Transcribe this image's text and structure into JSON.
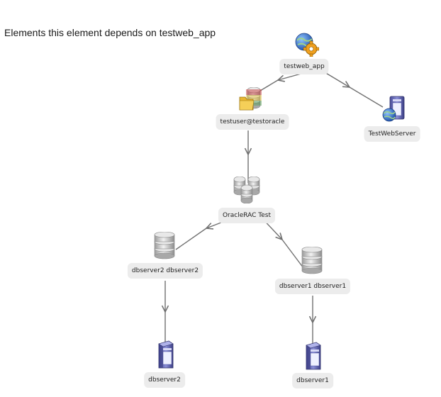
{
  "page": {
    "title": "Elements this element depends on testweb_app"
  },
  "nodes": [
    {
      "id": "testweb_app",
      "label": "testweb_app",
      "icon": "web-application-gear-icon"
    },
    {
      "id": "testuser",
      "label": "testuser@testoracle",
      "icon": "database-schema-folder-icon"
    },
    {
      "id": "webserver",
      "label": "TestWebServer",
      "icon": "web-server-globe-icon"
    },
    {
      "id": "oraclerac",
      "label": "OracleRAC Test",
      "icon": "database-cluster-icon"
    },
    {
      "id": "dbserver2db",
      "label": "dbserver2 dbserver2",
      "icon": "database-icon"
    },
    {
      "id": "dbserver1db",
      "label": "dbserver1 dbserver1",
      "icon": "database-icon"
    },
    {
      "id": "dbserver2",
      "label": "dbserver2",
      "icon": "server-tower-icon"
    },
    {
      "id": "dbserver1",
      "label": "dbserver1",
      "icon": "server-tower-icon"
    }
  ],
  "edges": [
    {
      "from": "testweb_app",
      "to": "testuser"
    },
    {
      "from": "testweb_app",
      "to": "webserver"
    },
    {
      "from": "testuser",
      "to": "oraclerac"
    },
    {
      "from": "oraclerac",
      "to": "dbserver2db"
    },
    {
      "from": "oraclerac",
      "to": "dbserver1db"
    },
    {
      "from": "dbserver2db",
      "to": "dbserver2"
    },
    {
      "from": "dbserver1db",
      "to": "dbserver1"
    }
  ],
  "colors": {
    "edge": "#707070",
    "label_bg": "#ececec",
    "server_body": "#6b6fb5",
    "disk": "#c8c8c8",
    "globe": "#2f6fd1",
    "gear": "#f0a020",
    "folder": "#e8b630"
  }
}
